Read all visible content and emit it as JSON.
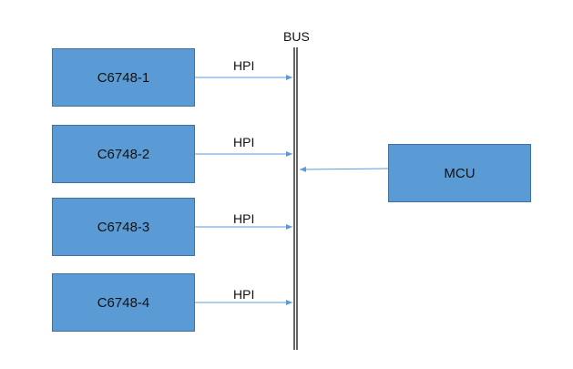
{
  "diagram": {
    "bus": {
      "label": "BUS"
    },
    "mcu": {
      "label": "MCU"
    },
    "dsps": [
      {
        "label": "C6748-1",
        "link_label": "HPI"
      },
      {
        "label": "C6748-2",
        "link_label": "HPI"
      },
      {
        "label": "C6748-3",
        "link_label": "HPI"
      },
      {
        "label": "C6748-4",
        "link_label": "HPI"
      }
    ],
    "colors": {
      "block_fill": "#5b9bd5",
      "block_border": "#41719c",
      "arrow": "#5b9bd5",
      "bus_line": "#000000"
    }
  }
}
